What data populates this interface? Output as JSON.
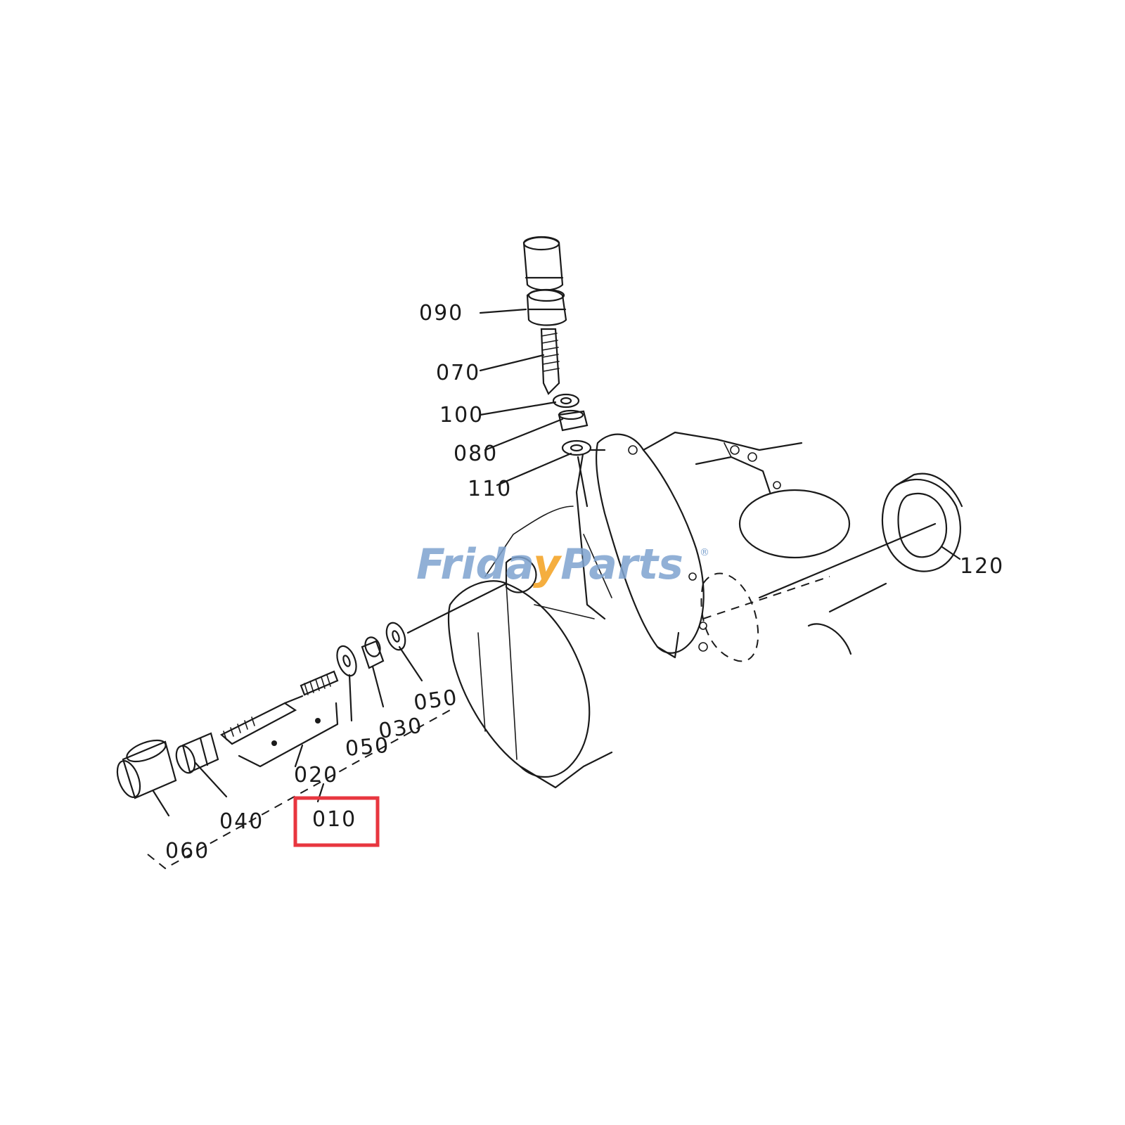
{
  "callouts": {
    "p090": "090",
    "p070": "070",
    "p100": "100",
    "p080": "080",
    "p110": "110",
    "p120": "120",
    "p050a": "050",
    "p030": "030",
    "p050b": "050",
    "p020": "020",
    "p010": "010",
    "p040": "040",
    "p060": "060"
  },
  "highlighted_part": "010",
  "watermark": {
    "part1": "Frida",
    "part2": "y",
    "part3": "Parts",
    "registered": "®"
  },
  "colors": {
    "highlight": "#e8363f",
    "watermark_blue": "#7ea3cf",
    "watermark_orange": "#f4a11e",
    "line_art": "#1a1a1a"
  }
}
